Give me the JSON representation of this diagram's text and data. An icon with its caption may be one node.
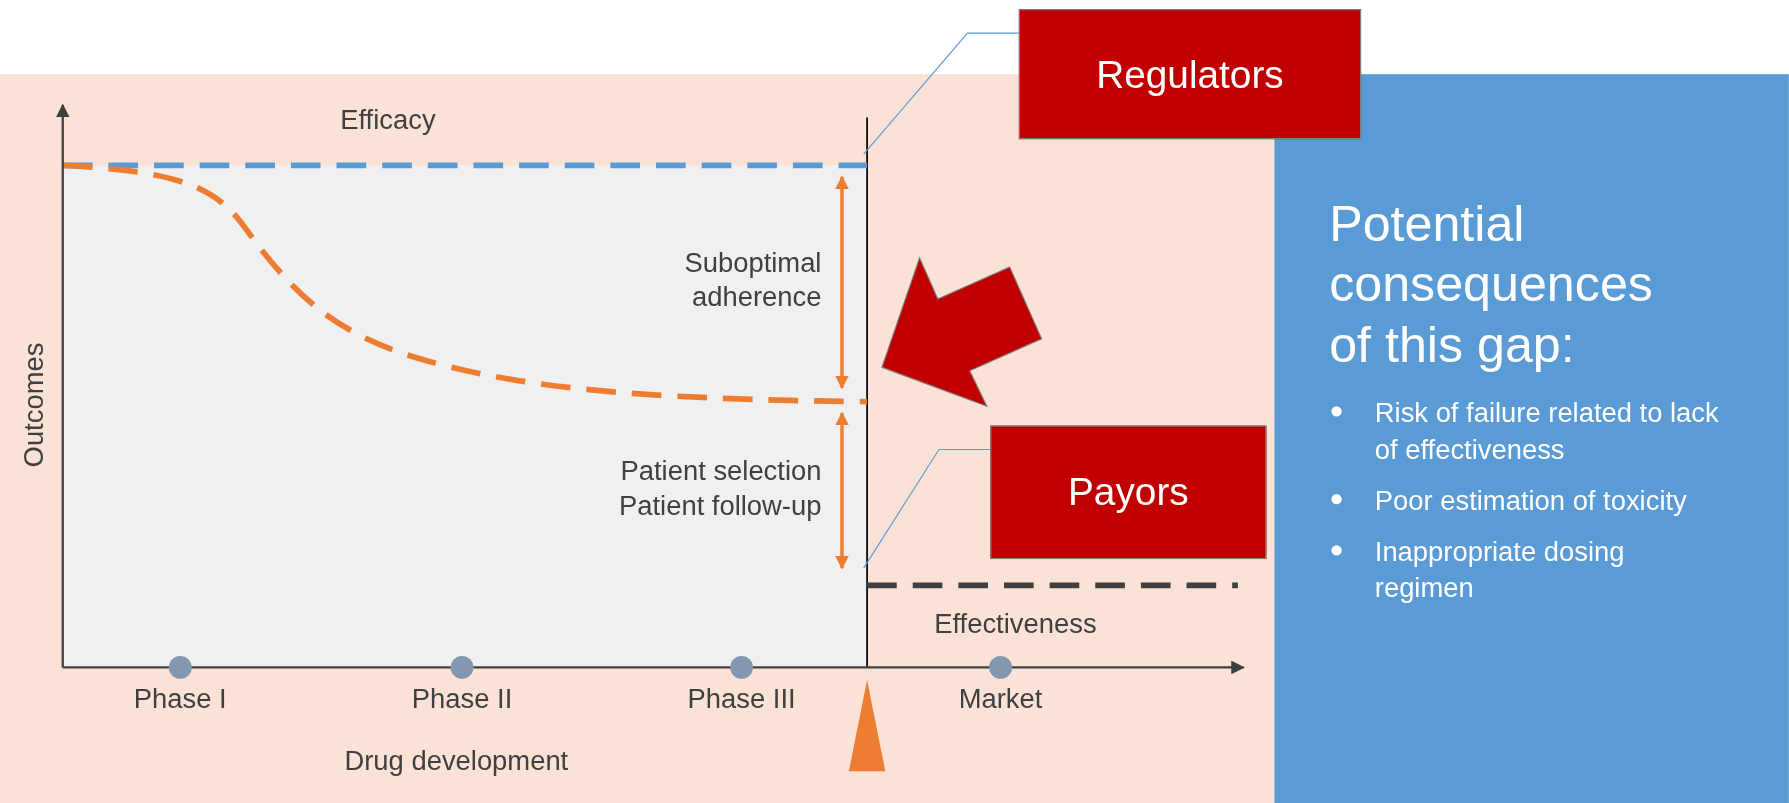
{
  "diagram": {
    "nodes": [
      {
        "text": [
          "Regulators"
        ]
      },
      {
        "text": [
          "Payors"
        ]
      },
      {
        "text": [
          "Potential consequences of this gap:",
          "Risk of failure related to lack of effectiveness",
          "Poor estimation of toxicity",
          "Inappropriate dosing regimen"
        ]
      }
    ],
    "edges": [
      {
        "from": 0,
        "to": null,
        "arrow": "none"
      },
      {
        "from": 1,
        "to": null,
        "arrow": "none"
      }
    ],
    "labels": [
      "Efficacy",
      "Suboptimal adherence",
      "Outcomes",
      "Patient selection Patient follow-up",
      "Effectiveness",
      "Phase I",
      "Phase II",
      "Phase III",
      "Market",
      "Drug development"
    ]
  }
}
